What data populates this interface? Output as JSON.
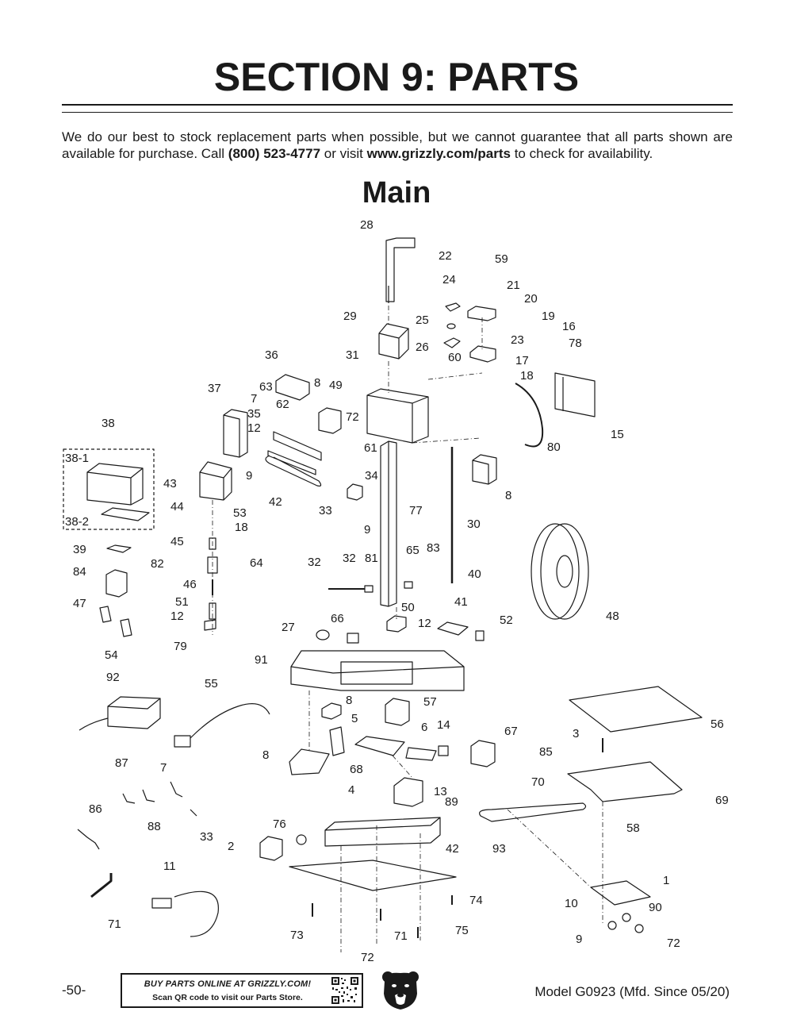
{
  "header": {
    "title": "SECTION 9: PARTS"
  },
  "intro": {
    "text_1": "We do our best to stock replacement parts when possible, but we cannot guarantee that all parts shown are available for purchase. Call ",
    "phone": "(800) 523-4777",
    "text_2": " or visit ",
    "website": "www.grizzly.com/parts",
    "text_3": " to check for availability."
  },
  "diagram": {
    "title": "Main",
    "callouts": [
      "28",
      "22",
      "59",
      "24",
      "21",
      "20",
      "19",
      "16",
      "78",
      "25",
      "29",
      "23",
      "26",
      "60",
      "17",
      "18",
      "31",
      "36",
      "63",
      "8",
      "49",
      "37",
      "7",
      "62",
      "72",
      "35",
      "12",
      "61",
      "15",
      "80",
      "38",
      "38-1",
      "9",
      "34",
      "43",
      "42",
      "8",
      "44",
      "53",
      "33",
      "77",
      "38-2",
      "18",
      "9",
      "30",
      "39",
      "45",
      "32",
      "65",
      "83",
      "82",
      "64",
      "32",
      "81",
      "40",
      "84",
      "46",
      "51",
      "50",
      "41",
      "47",
      "12",
      "66",
      "12",
      "52",
      "27",
      "48",
      "79",
      "54",
      "91",
      "92",
      "55",
      "8",
      "57",
      "5",
      "6",
      "14",
      "56",
      "8",
      "67",
      "3",
      "68",
      "85",
      "87",
      "7",
      "70",
      "4",
      "13",
      "69",
      "89",
      "86",
      "88",
      "33",
      "76",
      "58",
      "2",
      "42",
      "93",
      "11",
      "1",
      "74",
      "10",
      "90",
      "71",
      "73",
      "71",
      "75",
      "9",
      "72",
      "72"
    ]
  },
  "footer": {
    "page_number": "-50-",
    "promo_line_1": "BUY PARTS ONLINE AT GRIZZLY.COM!",
    "promo_line_2": "Scan QR code to visit our Parts Store.",
    "model": "Model G0923 (Mfd. Since 05/20)"
  }
}
